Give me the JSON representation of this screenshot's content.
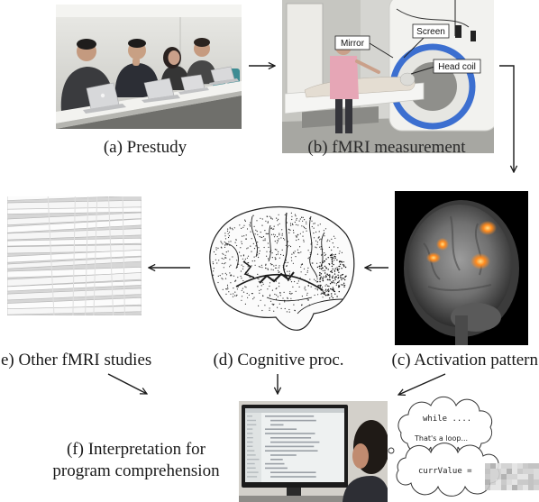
{
  "figure": {
    "panel_a": {
      "caption": "(a) Prestudy"
    },
    "panel_b": {
      "caption": "(b) fMRI measurement",
      "labels": {
        "mirror": "Mirror",
        "screen": "Screen",
        "head_coil": "Head coil"
      }
    },
    "panel_c": {
      "caption": "(c) Activation pattern"
    },
    "panel_d": {
      "caption": "(d) Cognitive proc."
    },
    "panel_e": {
      "caption": "e) Other fMRI studies"
    },
    "panel_f": {
      "caption_lines": [
        "(f) Interpretation for",
        "program comprehension"
      ],
      "thought_bubbles": [
        "while ....",
        "That's a loop...",
        "currValue ="
      ]
    }
  },
  "colors": {
    "arrow": "#1a1a1a",
    "activation": "#ff8a1e",
    "scanner_ring": "#3c6fd0"
  }
}
